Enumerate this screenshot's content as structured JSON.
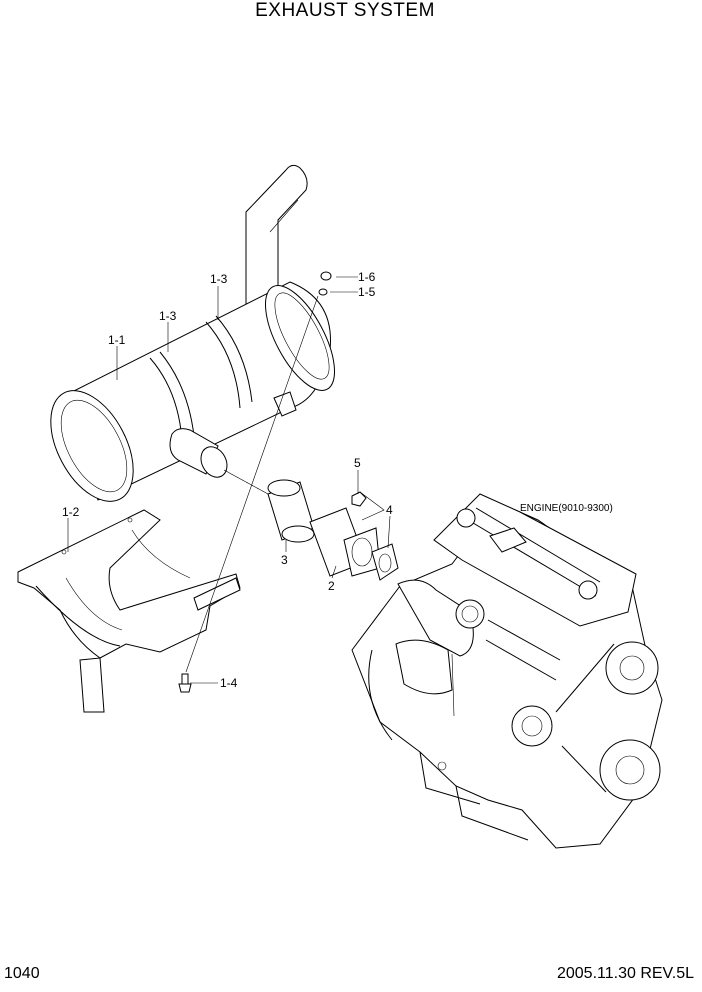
{
  "title": "EXHAUST SYSTEM",
  "page_number": "1040",
  "revision": "2005.11.30  REV.5L",
  "callouts": {
    "muffler": "1-1",
    "band_upper": "1-3",
    "band_lower": "1-3",
    "nut": "1-6",
    "washer": "1-5",
    "bracket": "1-2",
    "bolt": "1-4",
    "clamp": "3",
    "pipe": "2",
    "nut_5": "5",
    "gasket": "4"
  },
  "engine_label": "ENGINE(9010-9300)"
}
